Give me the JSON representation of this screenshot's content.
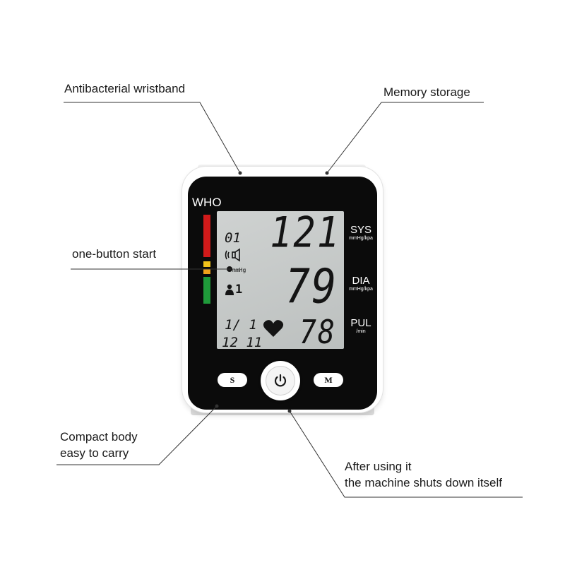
{
  "callouts": {
    "wristband": "Antibacterial wristband",
    "memory": "Memory storage",
    "one_button": "one-button start",
    "compact_line1": "Compact body",
    "compact_line2": "easy to carry",
    "shutdown_line1": "After using it",
    "shutdown_line2": "the machine shuts down itself"
  },
  "device": {
    "who_label": "WHO",
    "who_bar_colors": [
      "#d11a1a",
      "#f2c21a",
      "#1f9a3a"
    ],
    "lcd": {
      "memory_index": "01",
      "user": "1",
      "unit": "mmHg",
      "date": "1/ 1",
      "time": "12 11",
      "sys_value": "121",
      "dia_value": "79",
      "pul_value": "78",
      "icons": [
        "speaker-icon",
        "heart-icon",
        "user-icon"
      ]
    },
    "labels": {
      "sys": "SYS",
      "sys_unit": "mmHg/kpa",
      "dia": "DIA",
      "dia_unit": "mmHg/kpa",
      "pul": "PUL",
      "pul_unit": "/min"
    },
    "buttons": {
      "set": "S",
      "memory": "M",
      "power_icon": "power-icon"
    }
  }
}
